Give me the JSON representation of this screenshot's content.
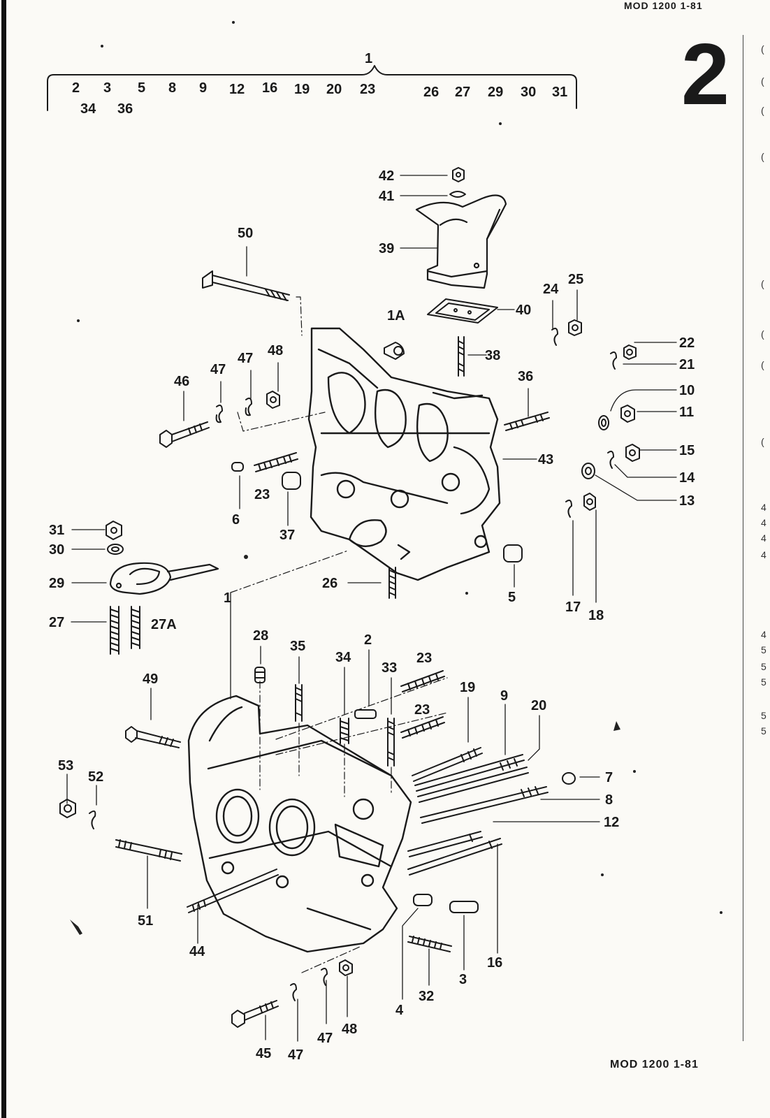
{
  "header": {
    "top_code": "MOD 1200 1-81",
    "bottom_code": "MOD 1200 1-81",
    "section": "2"
  },
  "group": {
    "total": "1",
    "row1": [
      "2",
      "3",
      "5",
      "8",
      "9",
      "12",
      "16",
      "19",
      "20",
      "23",
      "26",
      "27",
      "29",
      "30",
      "31"
    ],
    "row2": [
      "34",
      "36"
    ]
  },
  "labels": [
    "42",
    "41",
    "39",
    "50",
    "40",
    "25",
    "24",
    "1A",
    "22",
    "21",
    "48",
    "47",
    "47",
    "38",
    "46",
    "36",
    "10",
    "11",
    "15",
    "14",
    "43",
    "13",
    "23",
    "6",
    "37",
    "31",
    "30",
    "29",
    "26",
    "5",
    "17",
    "18",
    "1",
    "27",
    "27A",
    "28",
    "2",
    "35",
    "34",
    "33",
    "23",
    "23",
    "19",
    "9",
    "20",
    "49",
    "7",
    "8",
    "12",
    "53",
    "52",
    "51",
    "44",
    "32",
    "3",
    "16",
    "4",
    "47",
    "48",
    "45",
    "47"
  ],
  "edge_marks": [
    "(",
    "(",
    "(",
    "(",
    "(",
    "(",
    "(",
    "(",
    "4",
    "4",
    "4",
    "4",
    "4",
    "5",
    "5",
    "5",
    "5",
    "5"
  ],
  "colors": {
    "ink": "#1a1a1a",
    "paper": "#fbfaf6"
  },
  "icons": [
    "crankcase-upper-half",
    "crankcase-lower-half",
    "oil-filler-icon",
    "oil-strainer-cover-icon",
    "stud-icon",
    "nut-icon",
    "washer-icon",
    "bolt-icon"
  ]
}
